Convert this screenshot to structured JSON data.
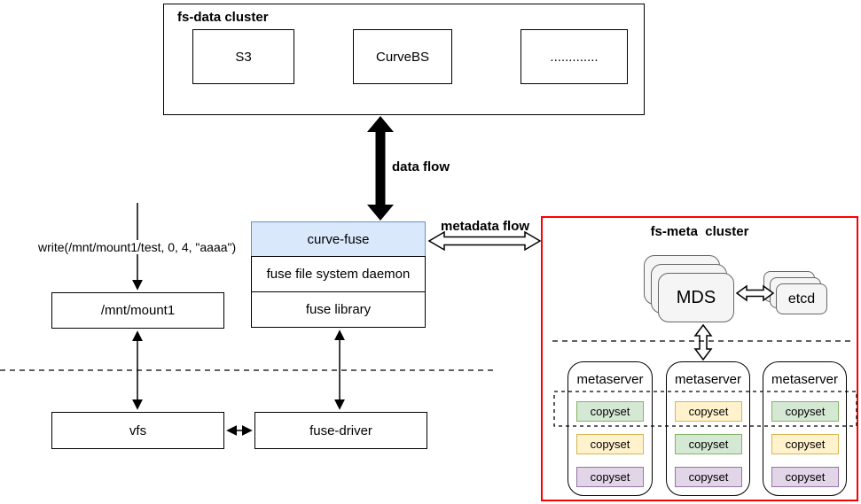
{
  "fs_data_cluster": {
    "title": "fs-data cluster",
    "nodes": [
      {
        "label": "S3"
      },
      {
        "label": "CurveBS"
      },
      {
        "label": "............."
      }
    ]
  },
  "flows": {
    "data_flow_label": "data flow",
    "metadata_flow_label": "metadata flow"
  },
  "client_stack": {
    "layers": [
      {
        "label": "curve-fuse"
      },
      {
        "label": "fuse file system daemon"
      },
      {
        "label": "fuse library"
      }
    ]
  },
  "write_call_label": "write(/mnt/mount1/test, 0, 4, \"aaaa\")",
  "mount_point_label": "/mnt/mount1",
  "kernel": {
    "vfs_label": "vfs",
    "fuse_driver_label": "fuse-driver"
  },
  "fs_meta_cluster": {
    "title": "fs-meta  cluster",
    "mds_label": "MDS",
    "etcd_label": "etcd",
    "metaservers": [
      {
        "label": "metaserver",
        "copysets": [
          {
            "label": "copyset",
            "color": "green"
          },
          {
            "label": "copyset",
            "color": "yellow"
          },
          {
            "label": "copyset",
            "color": "purple"
          }
        ]
      },
      {
        "label": "metaserver",
        "copysets": [
          {
            "label": "copyset",
            "color": "yellow"
          },
          {
            "label": "copyset",
            "color": "green"
          },
          {
            "label": "copyset",
            "color": "purple"
          }
        ]
      },
      {
        "label": "metaserver",
        "copysets": [
          {
            "label": "copyset",
            "color": "green"
          },
          {
            "label": "copyset",
            "color": "yellow"
          },
          {
            "label": "copyset",
            "color": "purple"
          }
        ]
      }
    ]
  },
  "colors": {
    "curve_fuse_fill": "#dae8fc",
    "curve_fuse_border": "#6c8ebf",
    "copyset_green_fill": "#d5e8d4",
    "copyset_green_border": "#82b366",
    "copyset_yellow_fill": "#fff2cc",
    "copyset_yellow_border": "#d6b656",
    "copyset_purple_fill": "#e1d5e7",
    "copyset_purple_border": "#9673a6",
    "meta_cluster_border": "#ff0000",
    "card_fill": "#f5f5f5",
    "card_border": "#666666"
  }
}
